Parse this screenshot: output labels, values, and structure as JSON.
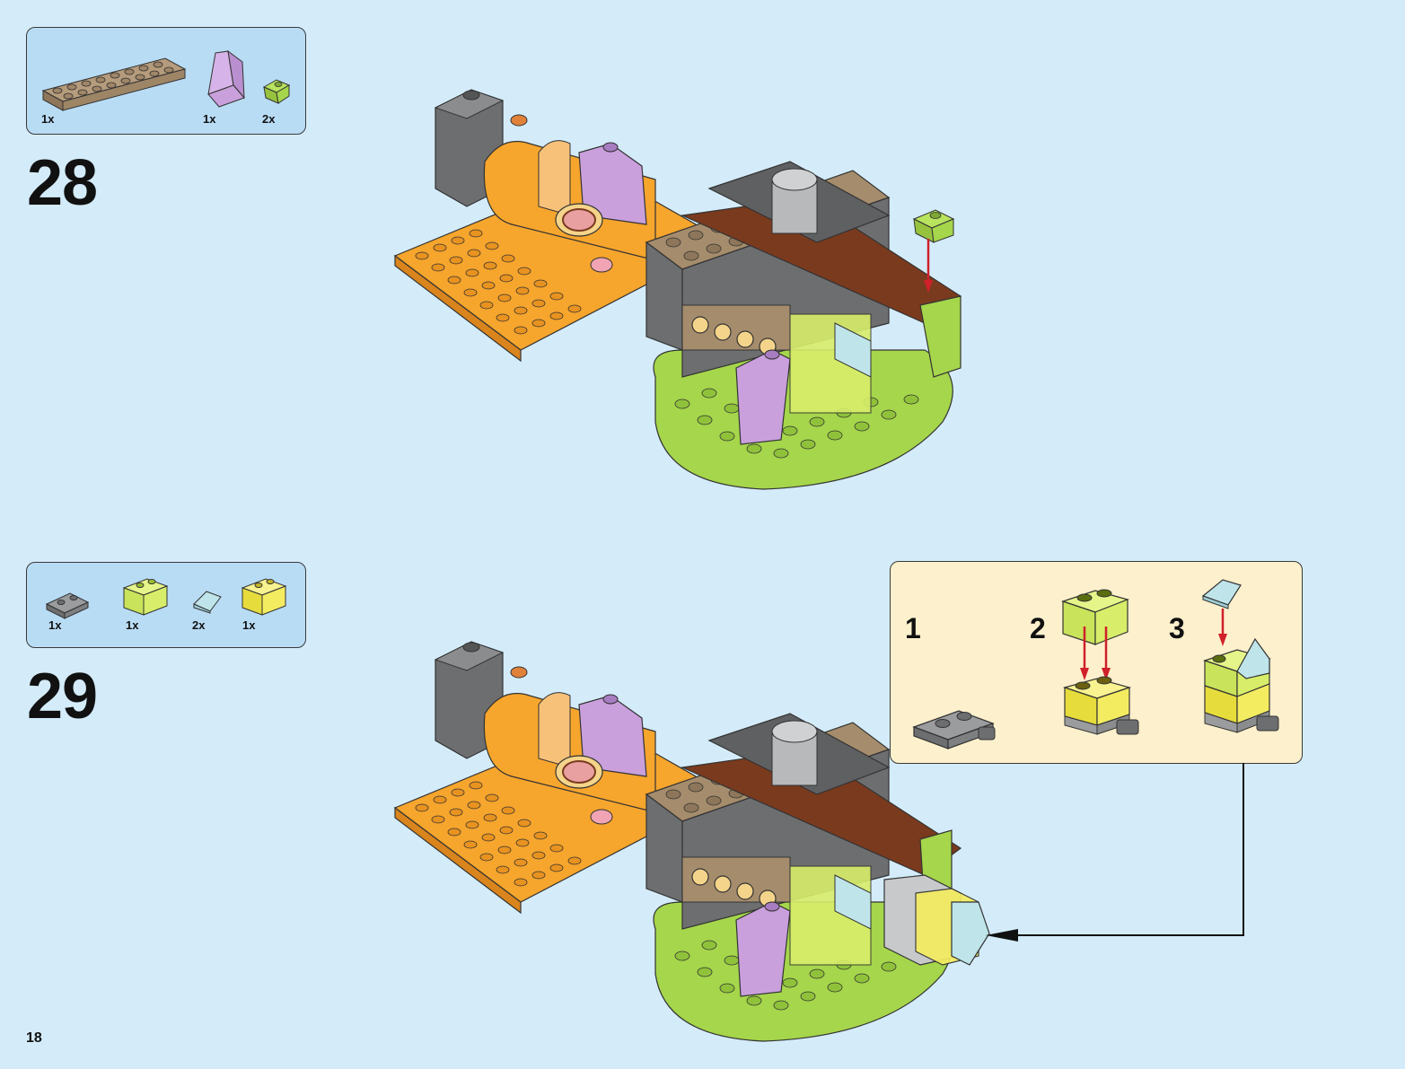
{
  "page": {
    "number": "18"
  },
  "steps": [
    {
      "number": "28",
      "parts": [
        {
          "icon": "tan-plate-2x8-icon",
          "count": "1x",
          "color": "#a58c6c"
        },
        {
          "icon": "lavender-slope-icon",
          "count": "1x",
          "color": "#c9a0dc"
        },
        {
          "icon": "lime-clip-icon",
          "count": "2x",
          "color": "#a5d64b"
        }
      ]
    },
    {
      "number": "29",
      "parts": [
        {
          "icon": "gray-hinge-plate-icon",
          "count": "1x",
          "color": "#8a8c8e"
        },
        {
          "icon": "trans-lime-brick-icon",
          "count": "1x",
          "color": "#d8ee6a"
        },
        {
          "icon": "trans-blue-slope-icon",
          "count": "2x",
          "color": "#bfe5ea"
        },
        {
          "icon": "trans-yellow-brick-icon",
          "count": "1x",
          "color": "#f4ec60"
        }
      ],
      "substeps": [
        {
          "number": "1"
        },
        {
          "number": "2"
        },
        {
          "number": "3"
        }
      ]
    }
  ],
  "colors": {
    "background": "#d4ecfa",
    "parts_box": "#b9dcf5",
    "substep_box": "#fdf0cc",
    "arrow_red": "#d0202a",
    "orange": "#f6a52d",
    "lime": "#a5d64b",
    "dark_gray": "#6d6e70",
    "brown": "#7a3a1e",
    "tan": "#a58c6c"
  }
}
